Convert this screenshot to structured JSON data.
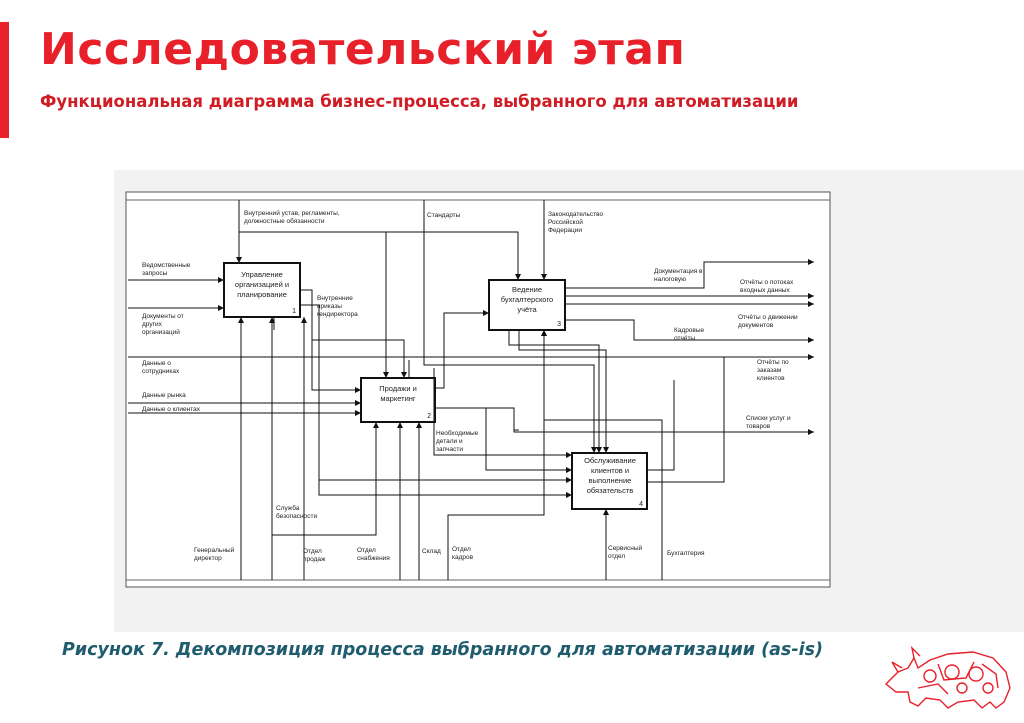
{
  "header": {
    "title": "Исследовательский этап",
    "subtitle": "Функциональная диаграмма бизнес-процесса, выбранного для автоматизации"
  },
  "diagram": {
    "boxes": [
      {
        "lines": [
          "Управление",
          "организацией и",
          "планирование"
        ],
        "number": "1"
      },
      {
        "lines": [
          "Продажи и",
          "маркетинг"
        ],
        "number": "2"
      },
      {
        "lines": [
          "Ведение",
          "бухгалтерского",
          "учёта"
        ],
        "number": "3"
      },
      {
        "lines": [
          "Обслуживание",
          "клиентов и",
          "выполнение",
          "обязательств"
        ],
        "number": "4"
      }
    ],
    "labels": {
      "internal_charter": [
        "Внутренний устав, регламенты,",
        "должностные обязанности"
      ],
      "standards": "Стандарты",
      "legislation": [
        "Законодательство",
        "Российской",
        "Федерации"
      ],
      "agency_requests": [
        "Ведомственные",
        "запросы"
      ],
      "org_documents": [
        "Документы от",
        "других",
        "организаций"
      ],
      "internal_orders": [
        "Внутренние",
        "приказы",
        "гендиректора"
      ],
      "employee_data": [
        "Данные о",
        "сотрудниках"
      ],
      "market_data": "Данные рынка",
      "client_data": "Данные о клиентах",
      "tax_documentation": [
        "Документация в",
        "налоговую"
      ],
      "input_flow_reports": [
        "Отчёты о потоках",
        "входных данных"
      ],
      "document_flow_reports": [
        "Отчёты о движении",
        "документов"
      ],
      "hr_reports": [
        "Кадровые",
        "отчёты"
      ],
      "client_order_reports": [
        "Отчёты по",
        "заказам",
        "клиентов"
      ],
      "service_lists": [
        "Списки услуг и",
        "товаров"
      ],
      "needed_parts": [
        "Необходимые",
        "детали и",
        "запчасти"
      ],
      "security": [
        "Служба",
        "безопасности"
      ],
      "general_director": [
        "Генеральный",
        "директор"
      ],
      "sales_dept": [
        "Отдел",
        "продаж"
      ],
      "supply_dept": [
        "Отдел",
        "снабжения"
      ],
      "warehouse": "Склад",
      "hr_dept": [
        "Отдел",
        "кадров"
      ],
      "service_dept": [
        "Сервисный",
        "отдел"
      ],
      "accounting": "Бухгалтерия"
    }
  },
  "caption": "Рисунок 7. Декомпозиция процесса выбранного для автоматизации (as-is)",
  "colors": {
    "accent": "#e8202a",
    "caption": "#1f5c6e",
    "panel": "#f2f2f2"
  },
  "logo": {
    "icon": "rhino-logo-icon"
  }
}
